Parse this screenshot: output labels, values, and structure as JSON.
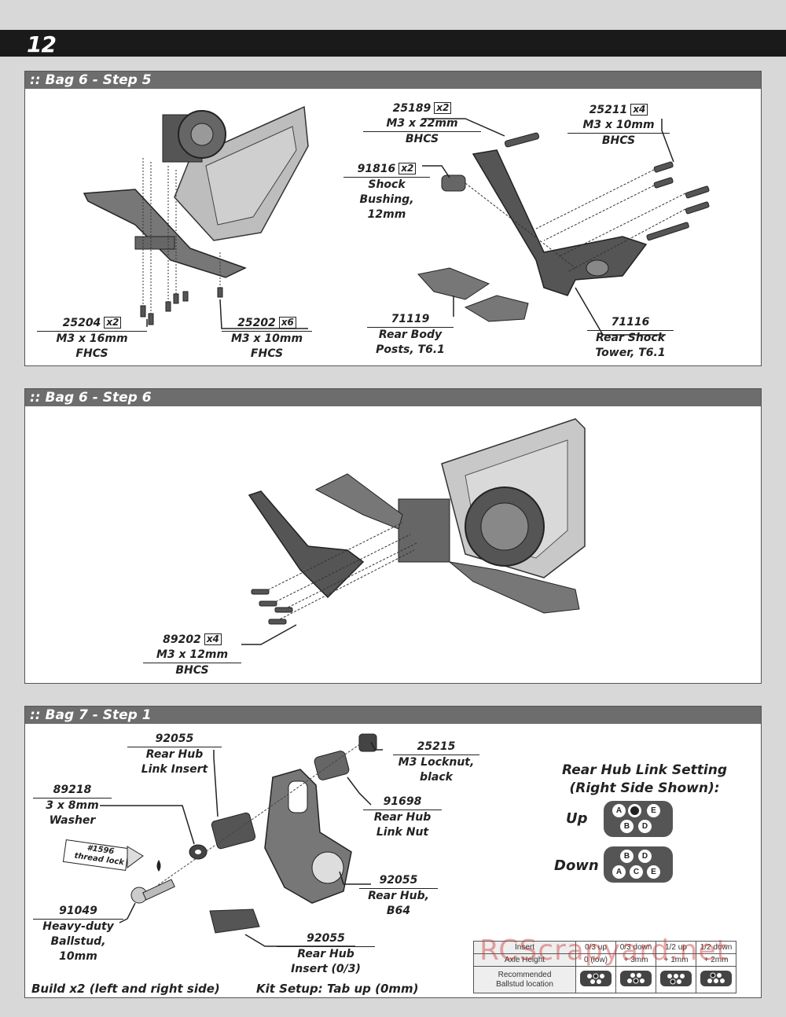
{
  "page_number": "12",
  "sections": [
    {
      "title": ":: Bag 6 - Step 5",
      "parts": [
        {
          "part": "25189",
          "qty": "x2",
          "desc": [
            "M3 x 22mm",
            "BHCS"
          ]
        },
        {
          "part": "25211",
          "qty": "x4",
          "desc": [
            "M3 x 10mm",
            "BHCS"
          ]
        },
        {
          "part": "91816",
          "qty": "x2",
          "desc": [
            "Shock",
            "Bushing,",
            "12mm"
          ]
        },
        {
          "part": "71119",
          "qty": "",
          "desc": [
            "Rear Body",
            "Posts, T6.1"
          ]
        },
        {
          "part": "71116",
          "qty": "",
          "desc": [
            "Rear Shock",
            "Tower, T6.1"
          ]
        },
        {
          "part": "25204",
          "qty": "x2",
          "desc": [
            "M3 x 16mm",
            "FHCS"
          ]
        },
        {
          "part": "25202",
          "qty": "x6",
          "desc": [
            "M3 x 10mm",
            "FHCS"
          ]
        }
      ]
    },
    {
      "title": ":: Bag 6 - Step 6",
      "parts": [
        {
          "part": "89202",
          "qty": "x4",
          "desc": [
            "M3 x 12mm",
            "BHCS"
          ]
        }
      ]
    },
    {
      "title": ":: Bag 7 - Step 1",
      "parts": [
        {
          "part": "92055",
          "qty": "",
          "desc": [
            "Rear Hub",
            "Link Insert"
          ]
        },
        {
          "part": "25215",
          "qty": "",
          "desc": [
            "M3 Locknut,",
            "black"
          ]
        },
        {
          "part": "89218",
          "qty": "",
          "desc": [
            "3 x 8mm",
            "Washer"
          ]
        },
        {
          "part": "91698",
          "qty": "",
          "desc": [
            "Rear Hub",
            "Link Nut"
          ]
        },
        {
          "part": "92055",
          "qty": "",
          "desc": [
            "Rear Hub,",
            "B64"
          ]
        },
        {
          "part": "91049",
          "qty": "",
          "desc": [
            "Heavy-duty",
            "Ballstud,",
            "10mm"
          ]
        },
        {
          "part": "92055",
          "qty": "",
          "desc": [
            "Rear Hub",
            "Insert (0/3)"
          ]
        }
      ],
      "threadlock": [
        "#1596",
        "thread lock"
      ],
      "footer_left": "Build x2 (left and right side)",
      "footer_right": "Kit Setup: Tab up (0mm)",
      "setting": {
        "title": [
          "Rear Hub Link Setting",
          "(Right Side Shown):"
        ],
        "up_label": "Up",
        "down_label": "Down",
        "up_letters": [
          "A",
          "",
          "E",
          "B",
          "D"
        ],
        "down_letters": [
          "B",
          "D",
          "A",
          "C",
          "E"
        ]
      },
      "table": {
        "row1": [
          "Insert",
          "0/3 up",
          "0/3 down",
          "1/2 up",
          "1/2 down"
        ],
        "row2": [
          "Axle Height",
          "0 (low)",
          "+ 3mm",
          "+ 1mm",
          "+ 2mm"
        ],
        "row3_label": [
          "Recommended",
          "Ballstud location"
        ]
      },
      "watermark": "RCScrapyard.net"
    }
  ]
}
